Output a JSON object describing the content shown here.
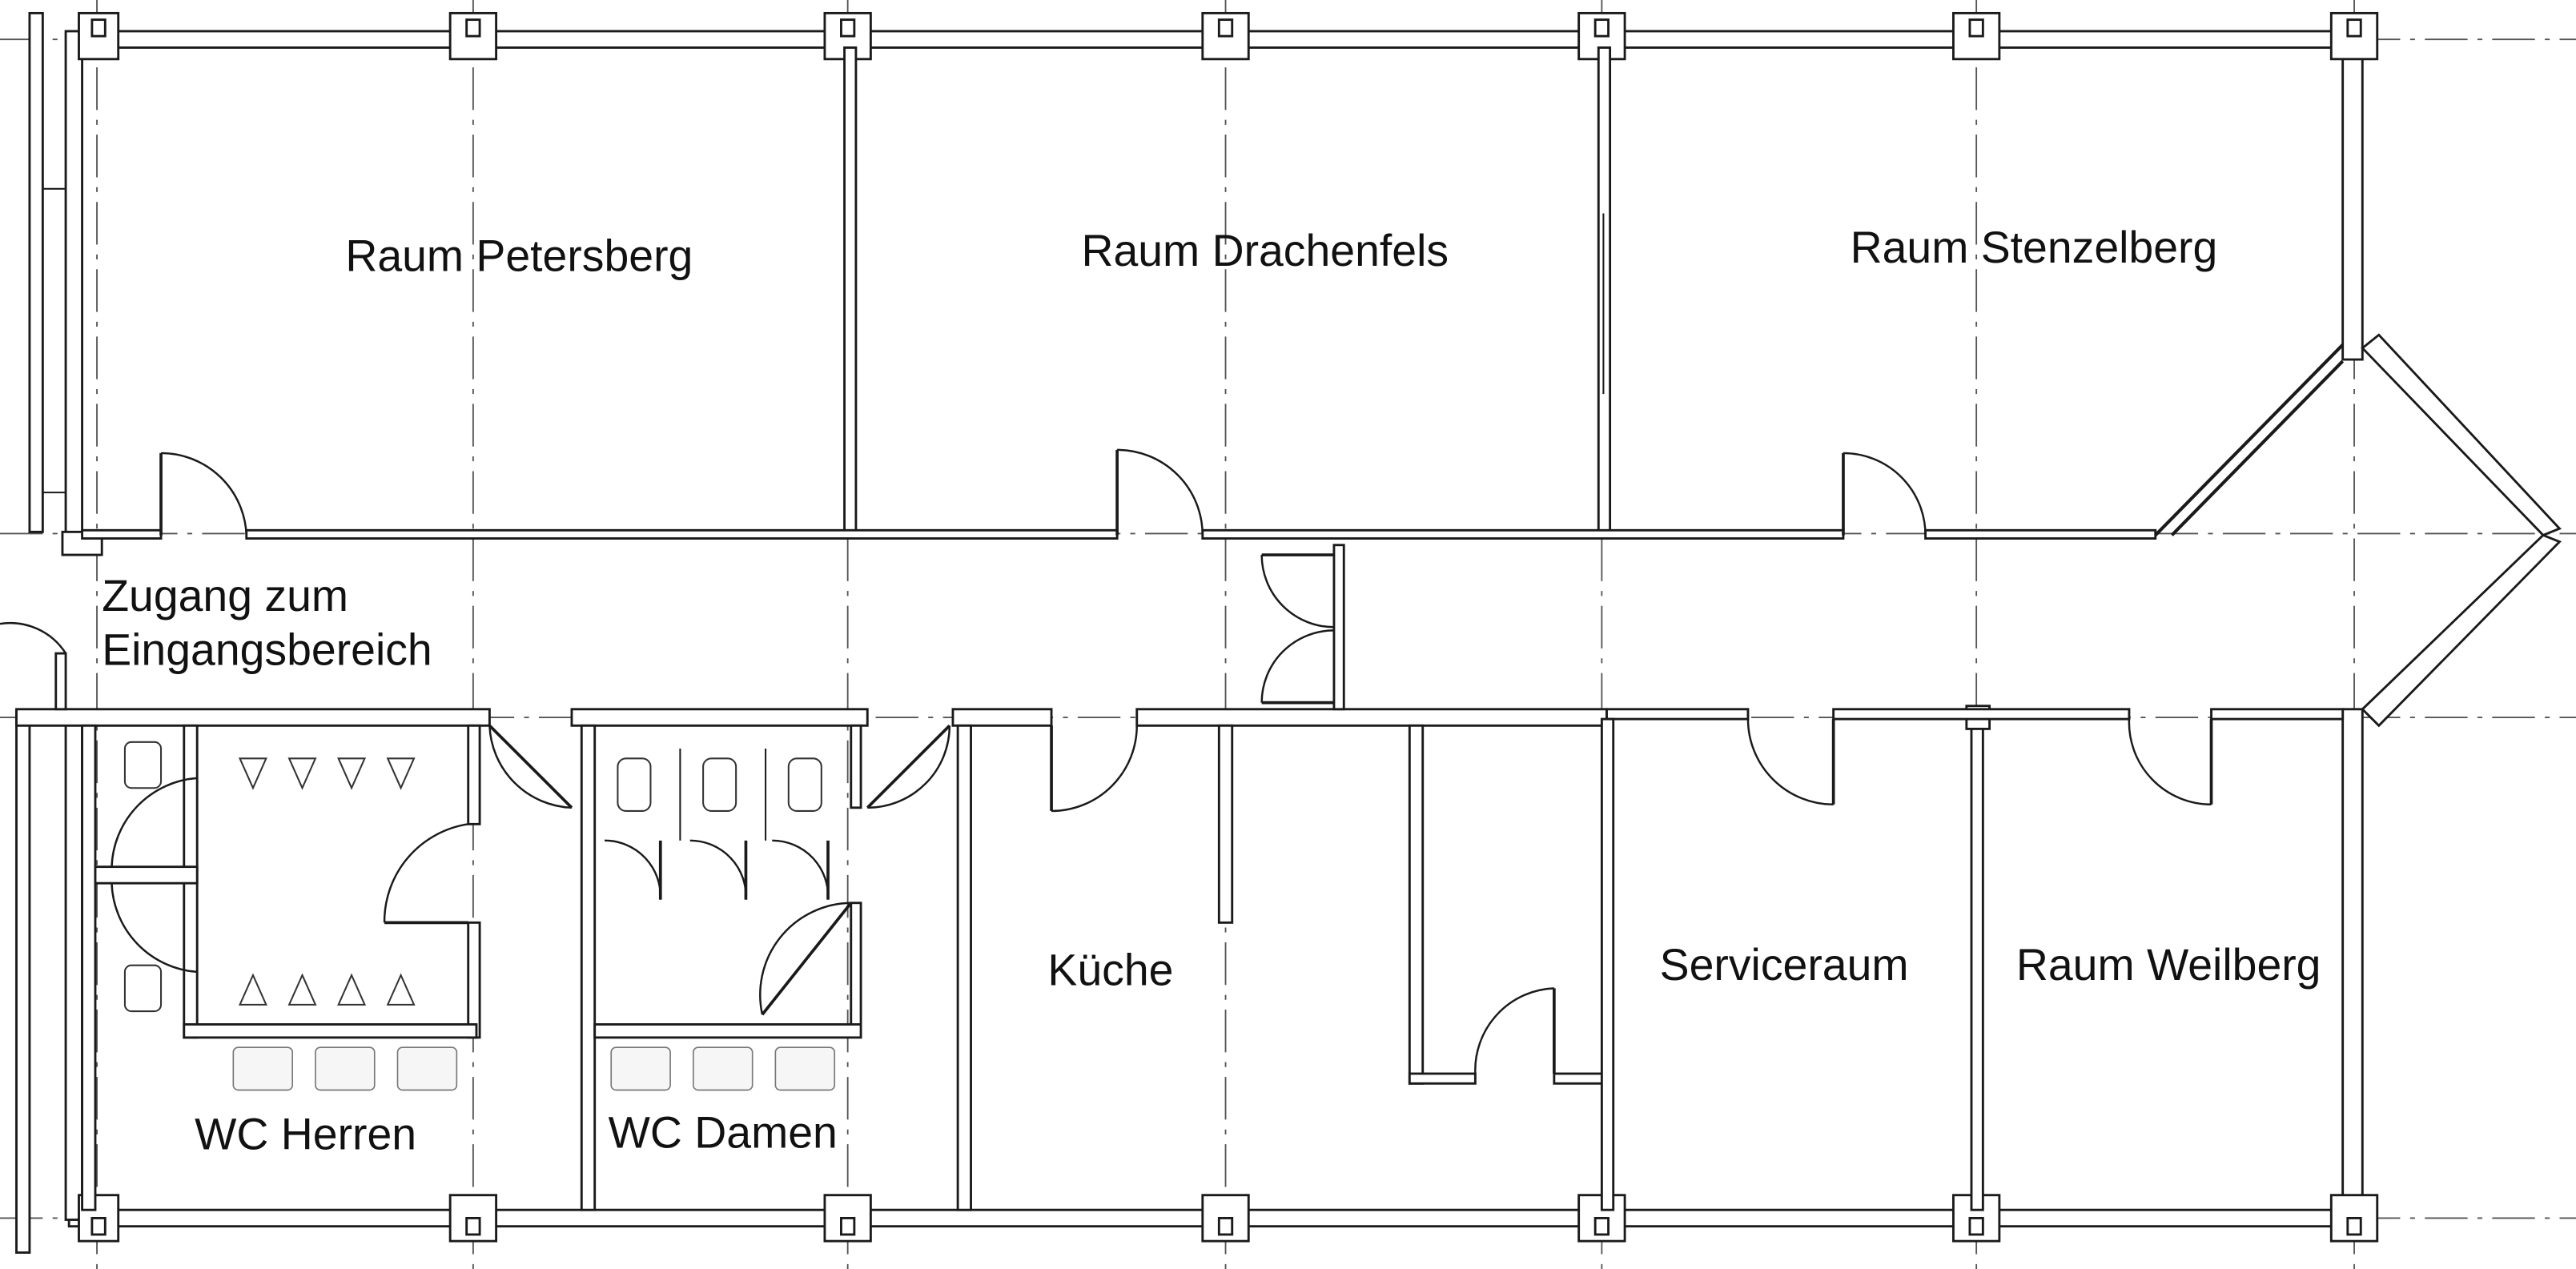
{
  "rooms": {
    "petersberg": "Raum Petersberg",
    "drachenfels": "Raum Drachenfels",
    "stenzelberg": "Raum Stenzelberg",
    "zugang_line1": "Zugang zum",
    "zugang_line2": "Eingangsbereich",
    "wc_herren": "WC Herren",
    "wc_damen": "WC Damen",
    "kueche": "Küche",
    "serviceraum": "Serviceraum",
    "weilberg": "Raum Weilberg"
  },
  "colors": {
    "line": "#1a1a1a",
    "background": "#ffffff",
    "axis": "#555555"
  }
}
